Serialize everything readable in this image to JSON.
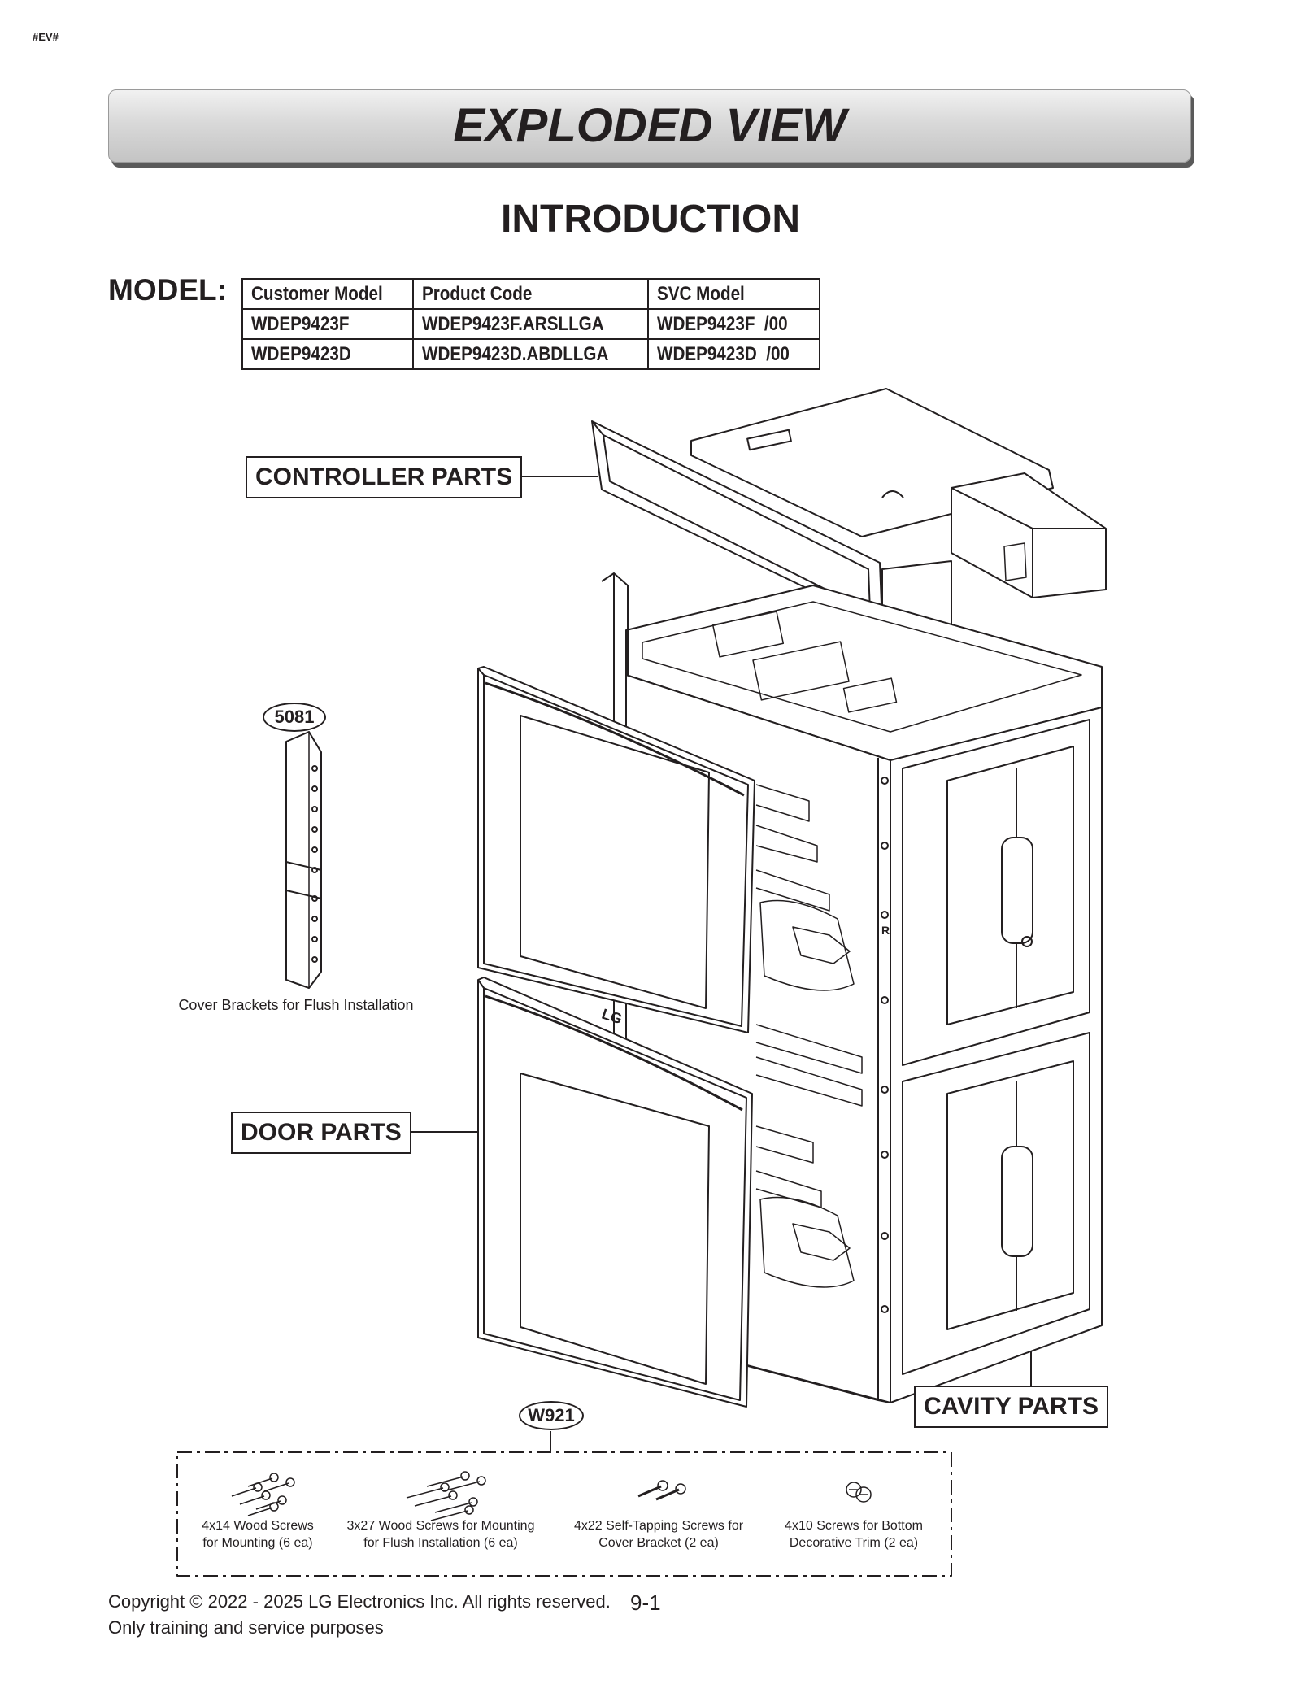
{
  "page_tag": "#EV#",
  "banner_title": "EXPLODED VIEW",
  "section_title": "INTRODUCTION",
  "model_label": "MODEL:",
  "model_table": {
    "headers": [
      "Customer Model",
      "Product Code",
      "SVC Model"
    ],
    "rows": [
      [
        "WDEP9423F",
        "WDEP9423F.ARSLLGA",
        "WDEP9423F  /00"
      ],
      [
        "WDEP9423D",
        "WDEP9423D.ABDLLGA",
        "WDEP9423D  /00"
      ]
    ]
  },
  "callouts": {
    "controller": "CONTROLLER PARTS",
    "door": "DOOR PARTS",
    "cavity": "CAVITY PARTS"
  },
  "part_5081": {
    "number": "5081",
    "caption": "Cover Brackets for Flush Installation"
  },
  "part_w921": {
    "number": "W921"
  },
  "screws": [
    {
      "line1": "4x14 Wood Screws",
      "line2": "for Mounting (6 ea)"
    },
    {
      "line1": "3x27 Wood Screws for Mounting",
      "line2": "for Flush Installation (6 ea)"
    },
    {
      "line1": "4x22 Self-Tapping Screws for",
      "line2": "Cover Bracket (2 ea)"
    },
    {
      "line1": "4x10 Screws for Bottom",
      "line2": "Decorative Trim (2 ea)"
    }
  ],
  "oven_logo": "LG",
  "side_mark": "R",
  "footer": {
    "line1": "Copyright © 2022 - 2025 LG Electronics Inc. All rights reserved.",
    "line2": "Only training and service purposes",
    "page": "9-1"
  }
}
